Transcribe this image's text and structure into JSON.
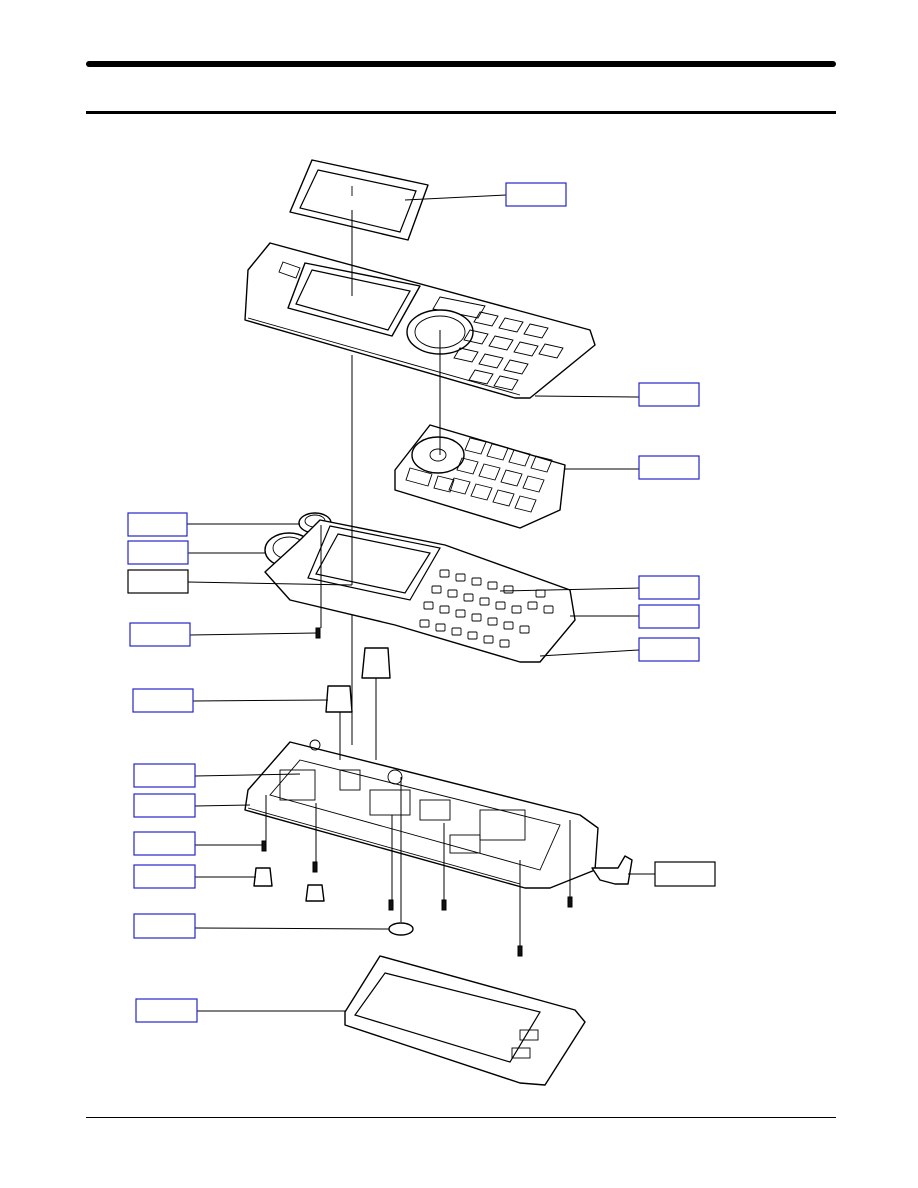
{
  "figure": {
    "kind": "exploded-view",
    "colors": {
      "callout_blue": "#2626c8",
      "callout_black": "#000000",
      "line": "#000000"
    },
    "callouts": [
      {
        "id": "window-lcd",
        "label": "",
        "color": "#2626c8"
      },
      {
        "id": "front-cover",
        "label": "",
        "color": "#2626c8"
      },
      {
        "id": "keypad",
        "label": "",
        "color": "#2626c8"
      },
      {
        "id": "receiver",
        "label": "",
        "color": "#2626c8"
      },
      {
        "id": "speaker",
        "label": "",
        "color": "#2626c8"
      },
      {
        "id": "lcd-module",
        "label": "",
        "color": "#000000"
      },
      {
        "id": "screw-upper",
        "label": "",
        "color": "#2626c8"
      },
      {
        "id": "key-dome-sheet",
        "label": "",
        "color": "#2626c8"
      },
      {
        "id": "key-pcb",
        "label": "",
        "color": "#2626c8"
      },
      {
        "id": "key-frame",
        "label": "",
        "color": "#2626c8"
      },
      {
        "id": "motor-rubber",
        "label": "",
        "color": "#2626c8"
      },
      {
        "id": "main-pcb",
        "label": "",
        "color": "#2626c8"
      },
      {
        "id": "rear-case",
        "label": "",
        "color": "#2626c8"
      },
      {
        "id": "screw-lower",
        "label": "",
        "color": "#2626c8"
      },
      {
        "id": "screw-cap",
        "label": "",
        "color": "#2626c8"
      },
      {
        "id": "connector-cover",
        "label": "",
        "color": "#000000"
      },
      {
        "id": "microphone",
        "label": "",
        "color": "#2626c8"
      },
      {
        "id": "battery-cover",
        "label": "",
        "color": "#2626c8"
      }
    ]
  }
}
